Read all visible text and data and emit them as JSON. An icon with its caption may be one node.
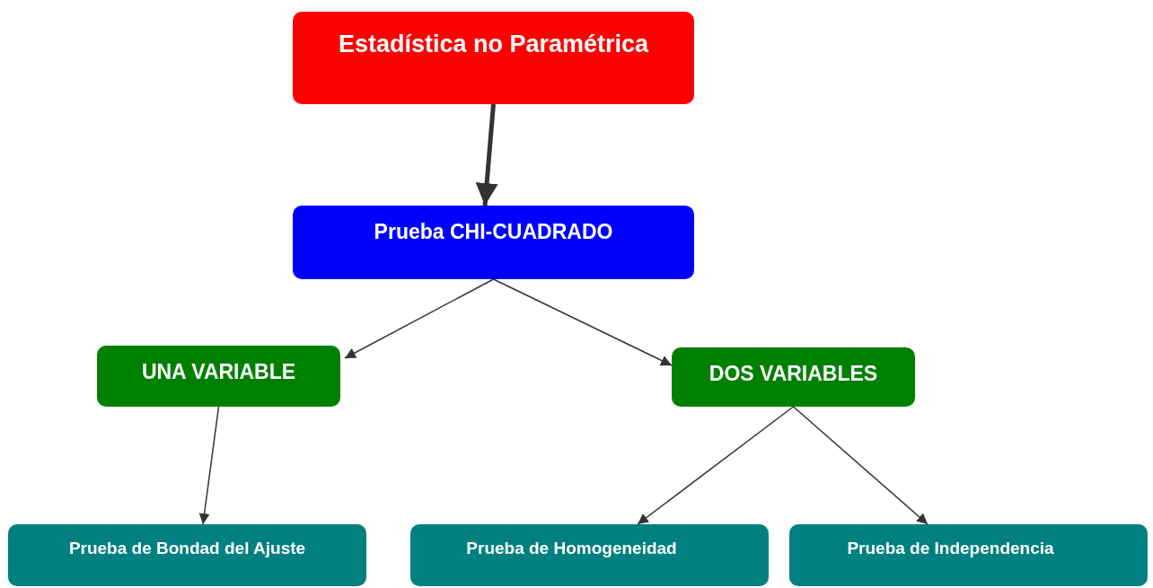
{
  "diagram": {
    "nodes": [
      {
        "text": [
          "Estadística no Paramétrica"
        ]
      },
      {
        "text": [
          "Prueba CHI-CUADRADO"
        ]
      },
      {
        "text": [
          "UNA VARIABLE"
        ]
      },
      {
        "text": [
          "DOS VARIABLES"
        ]
      },
      {
        "text": [
          "Prueba de Bondad del Ajuste"
        ]
      },
      {
        "text": [
          "Prueba de Homogeneidad"
        ]
      },
      {
        "text": [
          "Prueba de Independencia"
        ]
      }
    ],
    "edges": [
      {
        "from": 0,
        "to": 1,
        "arrow": "to",
        "style": "thick"
      },
      {
        "from": 1,
        "to": 2,
        "arrow": "to"
      },
      {
        "from": 1,
        "to": 3,
        "arrow": "to"
      },
      {
        "from": 2,
        "to": 4,
        "arrow": "to"
      },
      {
        "from": 3,
        "to": 5,
        "arrow": "to"
      },
      {
        "from": 3,
        "to": 6,
        "arrow": "to"
      }
    ]
  }
}
